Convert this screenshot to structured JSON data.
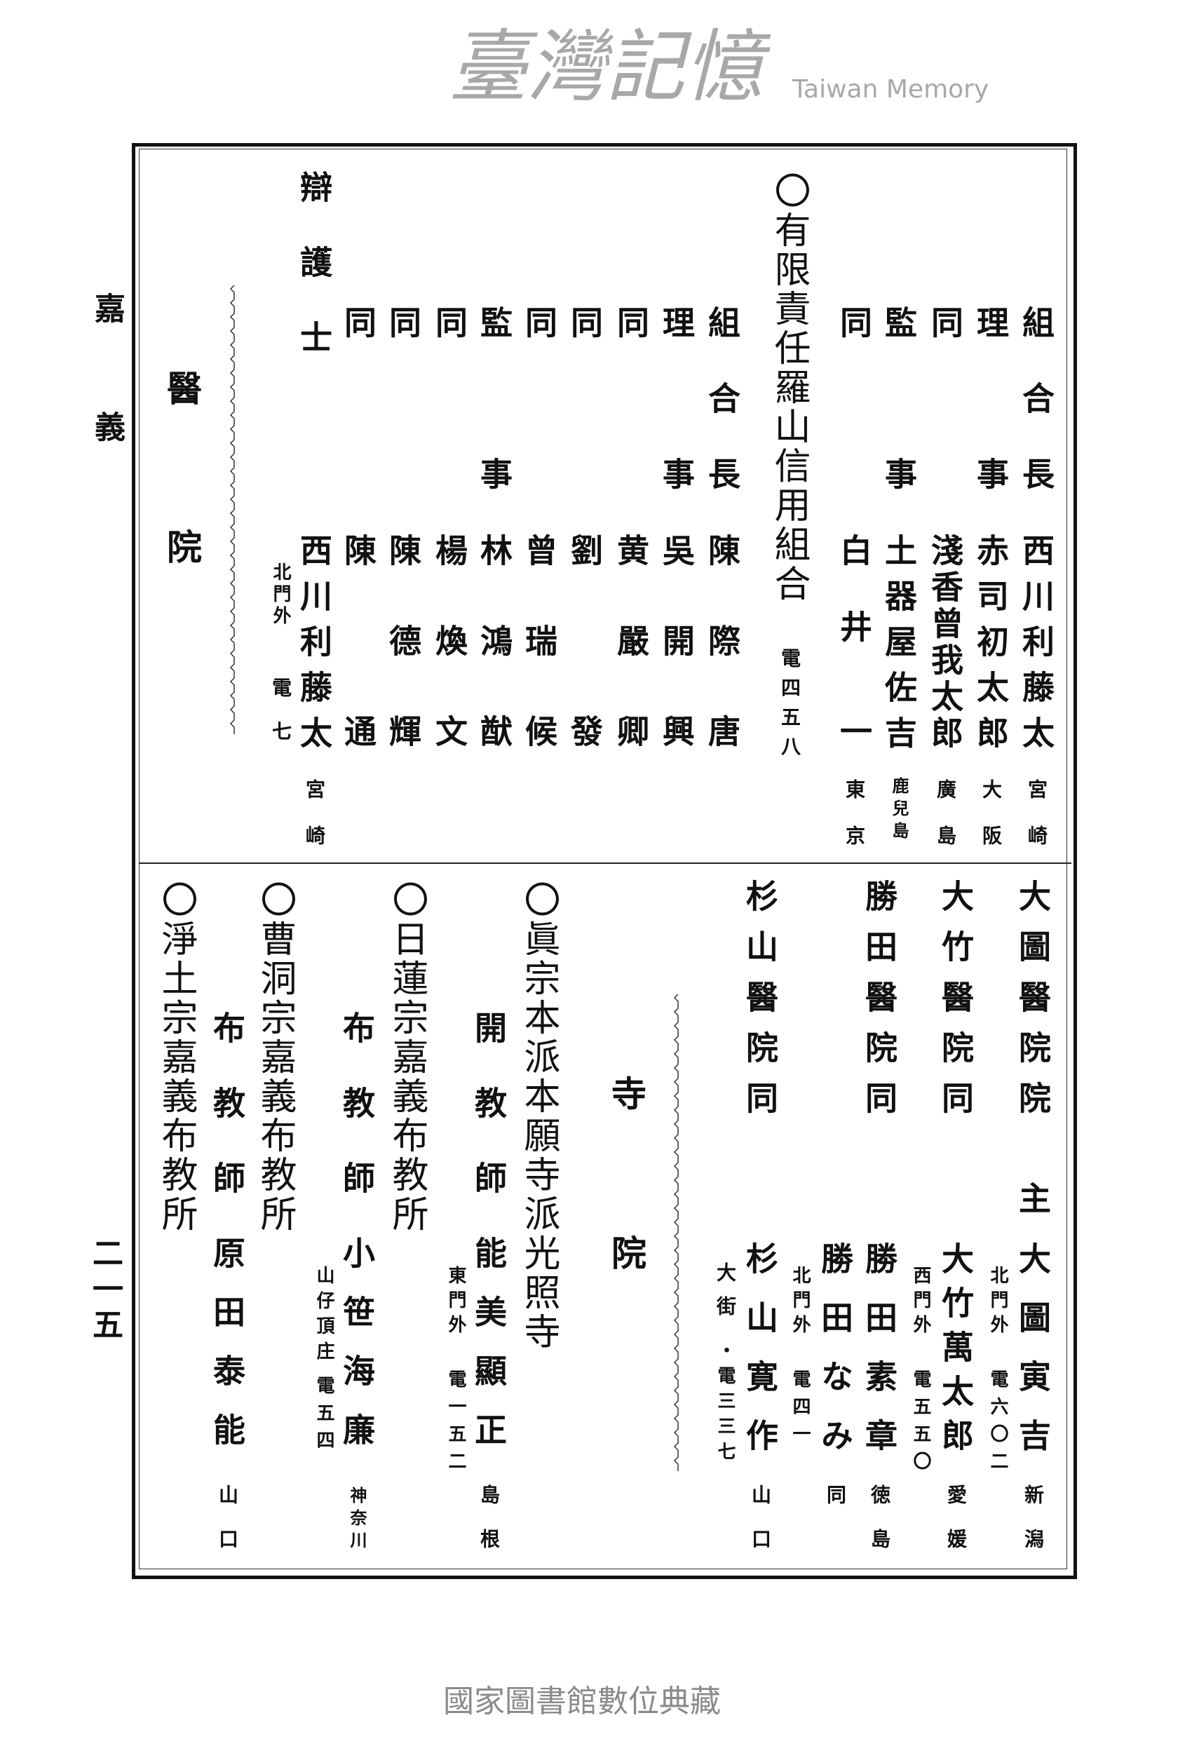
{
  "margin": {
    "city": "嘉義",
    "page_number": "二一五"
  },
  "hospitals_header": "醫院",
  "temples_header": "寺院",
  "cooperative": {
    "title": "〇有限責任羅山信用組合",
    "phone": "電四五八",
    "members": [
      {
        "role": "組合長",
        "name": "西川利藤太",
        "origin": "宮崎"
      },
      {
        "role": "理　事",
        "name": "赤司初太郎",
        "origin": "大阪"
      },
      {
        "role": "同",
        "name": "淺香曾我太郎",
        "origin": "廣島"
      },
      {
        "role": "監　事",
        "name": "土器屋佐吉",
        "origin": "鹿兒島"
      },
      {
        "role": "同",
        "name_a": "白井",
        "name_b": "一",
        "origin": "東京"
      },
      {
        "role": "組合長",
        "name": "陳際唐"
      },
      {
        "role": "理　事",
        "name": "吳開興"
      },
      {
        "role": "同",
        "name": "黄嚴卿"
      },
      {
        "role": "同",
        "name": "劉　發"
      },
      {
        "role": "同",
        "name": "曾瑞候"
      },
      {
        "role": "監　事",
        "name": "林鴻猷"
      },
      {
        "role": "同",
        "name": "楊煥文"
      },
      {
        "role": "同",
        "name": "陳德輝"
      },
      {
        "role": "同",
        "name": "陳　通"
      }
    ],
    "lawyer": {
      "role": "辯護士",
      "name": "西川利藤太",
      "origin": "宮崎",
      "address": "北門外",
      "phone": "電七"
    }
  },
  "hospitals": [
    {
      "hospital": "大圖醫院院",
      "role": "主",
      "name": "大圖寅吉",
      "origin": "新潟",
      "address": "北門外",
      "phone": "電六〇二"
    },
    {
      "hospital": "大竹醫院同",
      "name": "大竹萬太郎",
      "origin": "愛媛",
      "address": "西門外",
      "phone": "電五五〇"
    },
    {
      "hospital": "勝田醫院同",
      "name": "勝田素章",
      "origin": "徳島"
    },
    {
      "name": "勝田なみ",
      "origin": "同",
      "address": "北門外",
      "phone": "電四一"
    },
    {
      "hospital": "杉山醫院同",
      "name": "杉山寛作",
      "origin": "山口",
      "address": "大街",
      "phone": "・電三三七"
    }
  ],
  "temples": [
    {
      "title": "〇眞宗本派本願寺派光照寺",
      "role": "開教師",
      "name": "能美顯正",
      "origin": "島根",
      "address": "東門外",
      "phone": "電一五二"
    },
    {
      "title": "〇日蓮宗嘉義布教所",
      "role": "布教師",
      "name": "小笹海廉",
      "origin": "神奈川",
      "address": "山仔頂庄",
      "phone": "電五四"
    },
    {
      "title": "〇曹洞宗嘉義布教所",
      "role": "布教師",
      "name": "原田泰能",
      "origin": "山口"
    },
    {
      "title": "〇淨土宗嘉義布教所"
    }
  ],
  "watermark": {
    "chinese": "臺灣記憶",
    "english": "Taiwan Memory"
  },
  "footer": "國家圖書館數位典藏"
}
